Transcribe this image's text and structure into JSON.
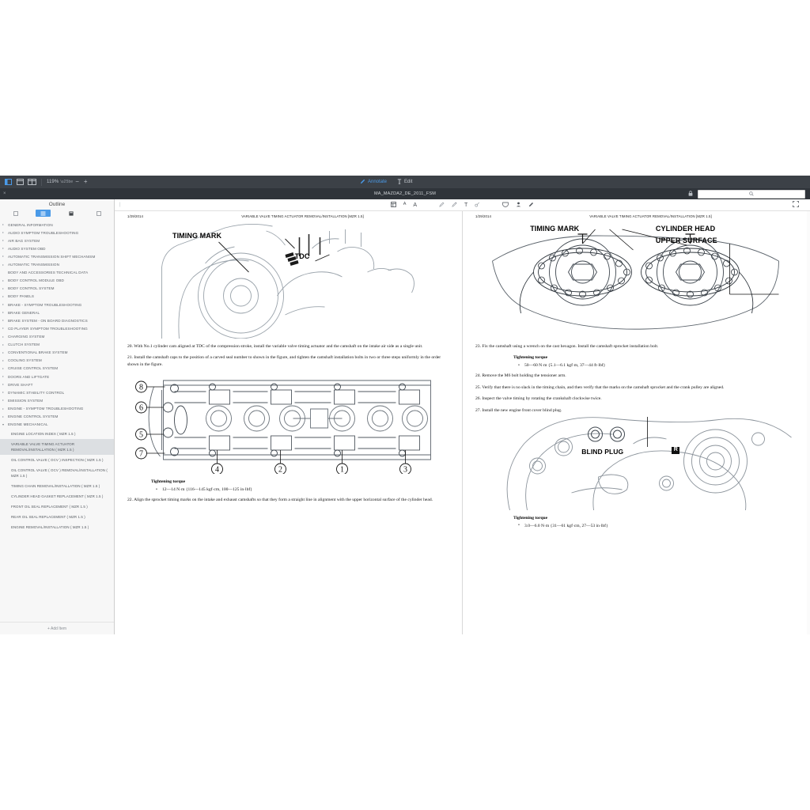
{
  "window": {
    "toolbar": {
      "zoom_level": "119%",
      "zoom_out": "−",
      "zoom_in": "+",
      "annotate_label": "Annotate",
      "edit_label": "Edit",
      "icons": [
        "sidebar-toggle-icon",
        "single-page-icon",
        "two-page-icon"
      ]
    },
    "tab": {
      "close": "×",
      "title": "MA_MAZDA2_DE_2011_FSM",
      "lock_icon": "🔒",
      "search_icon": "⌕",
      "new_tab": "+"
    }
  },
  "sidebar": {
    "title": "Outline",
    "modes": [
      {
        "name": "thumbnails",
        "glyph": "□",
        "selected": false
      },
      {
        "name": "outline",
        "glyph": "☰",
        "selected": true
      },
      {
        "name": "annotations",
        "glyph": "▤",
        "selected": false
      },
      {
        "name": "bookmarks",
        "glyph": "□",
        "selected": false
      }
    ],
    "add_item": "+  Add Item",
    "items": [
      {
        "label": "GENERAL INFORMATION",
        "level": 0,
        "arrow": "▸"
      },
      {
        "label": "AUDIO SYMPTOM TROUBLESHOOTING",
        "level": 0,
        "arrow": "▸"
      },
      {
        "label": "AIR BAG SYSTEM",
        "level": 0,
        "arrow": "▸"
      },
      {
        "label": "AUDIO SYSTEM OBD",
        "level": 0,
        "arrow": "▸"
      },
      {
        "label": "AUTOMATIC TRANSMISSION SHIFT MECHANISM",
        "level": 0,
        "arrow": "▸"
      },
      {
        "label": "AUTOMATIC TRANSMISSION",
        "level": 0,
        "arrow": "▸"
      },
      {
        "label": "BODY AND ACCESSORIES TECHNICAL DATA",
        "level": 0,
        "arrow": ""
      },
      {
        "label": "BODY CONTROL MODULE OBD",
        "level": 0,
        "arrow": "▸"
      },
      {
        "label": "BODY CONTROL SYSTEM",
        "level": 0,
        "arrow": "▸"
      },
      {
        "label": "BODY PANELS",
        "level": 0,
        "arrow": "▸"
      },
      {
        "label": "BRAKE - SYMPTOM TROUBLESHOOTING",
        "level": 0,
        "arrow": "▸"
      },
      {
        "label": "BRAKE GENERAL",
        "level": 0,
        "arrow": "▸"
      },
      {
        "label": "BRAKE SYSTEM - ON BOARD DIAGNOSTICS",
        "level": 0,
        "arrow": "▸"
      },
      {
        "label": "CD PLAYER SYMPTOM TROUBLESHOOTING",
        "level": 0,
        "arrow": "▸"
      },
      {
        "label": "CHARGING SYSTEM",
        "level": 0,
        "arrow": "▸"
      },
      {
        "label": "CLUTCH SYSTEM",
        "level": 0,
        "arrow": "▸"
      },
      {
        "label": "CONVENTIONAL BRAKE SYSTEM",
        "level": 0,
        "arrow": "▸"
      },
      {
        "label": "COOLING SYSTEM",
        "level": 0,
        "arrow": "▸"
      },
      {
        "label": "CRUISE CONTROL SYSTEM",
        "level": 0,
        "arrow": "▸"
      },
      {
        "label": "DOORS AND LIFTGATE",
        "level": 0,
        "arrow": "▸"
      },
      {
        "label": "DRIVE SHAFT",
        "level": 0,
        "arrow": "▸"
      },
      {
        "label": "DYNAMIC STABILITY CONTROL",
        "level": 0,
        "arrow": "▸"
      },
      {
        "label": "EMISSION SYSTEM",
        "level": 0,
        "arrow": "▸"
      },
      {
        "label": "ENGINE - SYMPTOM TROUBLESHOOTING",
        "level": 0,
        "arrow": "▸"
      },
      {
        "label": "ENGINE CONTROL SYSTEM",
        "level": 0,
        "arrow": "▸"
      },
      {
        "label": "ENGINE MECHANICAL",
        "level": 0,
        "arrow": "▾",
        "expanded": true
      },
      {
        "label": "ENGINE LOCATION INDEX ( MZR 1.5 )",
        "level": 1
      },
      {
        "label": "VARIABLE VALVE TIMING ACTUATOR REMOVAL/INSTALLATION ( MZR 1.5 )",
        "level": 1,
        "selected": true
      },
      {
        "label": "OIL CONTROL VALVE ( OCV ) INSPECTION ( MZR 1.5 )",
        "level": 1
      },
      {
        "label": "OIL CONTROL VALVE ( OCV ) REMOVAL/INSTALLATION ( MZR 1.5 )",
        "level": 1
      },
      {
        "label": "TIMING CHAIN REMOVAL/INSTALLATION ( MZR 1.5 )",
        "level": 1
      },
      {
        "label": "CYLINDER HEAD GASKET REPLACEMENT ( MZR 1.5 )",
        "level": 1
      },
      {
        "label": "FRONT OIL SEAL REPLACEMENT ( MZR 1.5 )",
        "level": 1
      },
      {
        "label": "REAR OIL SEAL REPLACEMENT ( MZR 1.5 )",
        "level": 1
      },
      {
        "label": "ENGINE REMOVAL/INSTALLATION ( MZR 1.5 )",
        "level": 1
      }
    ]
  },
  "doc_toolbar": {
    "icons": [
      "page-layout-icon",
      "font-decrease-icon",
      "font-increase-icon",
      "highlighter-icon",
      "pen-icon",
      "text-tool-icon",
      "link-icon",
      "shield-icon",
      "stamp-icon",
      "signature-icon",
      "fullscreen-icon"
    ]
  },
  "pages": {
    "left": {
      "date": "1/29/2014",
      "header": "VARIABLE VALVE TIMING ACTUATOR REMOVAL/INSTALLATION [MZR 1.5]",
      "figure_top": {
        "labels": [
          {
            "name": "timing-mark-label",
            "text": "TIMING MARK"
          },
          {
            "name": "tdc-label",
            "text": "TDC"
          }
        ]
      },
      "figure_head": {
        "callouts_left": [
          "8",
          "6",
          "5",
          "7"
        ],
        "callouts_bottom": [
          "4",
          "2",
          "1",
          "3"
        ],
        "cap_numbers": [
          "1",
          "2",
          "3",
          "4",
          "5",
          "6",
          "7",
          "8"
        ]
      },
      "steps": [
        "20. With No.1 cylinder cam aligned at TDC of the compression stroke, install the variable valve timing actuator and the camshaft on the intake air side as a single unit.",
        "21. Install the camshaft caps to the position of a carved seal number to shown in the figure, and tighten the camshaft installation bolts in two or three steps uniformly in the order shown in the figure."
      ],
      "torque_heading": "Tightening torque",
      "torque_value": "12—14 N·m {116—145 kgf·cm, 100—125 in·lbf}",
      "step_after": "22. Align the sprocket timing marks on the intake and exhaust camshafts so that they form a straight line in alignment with the upper horizontal surface of the cylinder head."
    },
    "right": {
      "date": "1/29/2014",
      "header": "VARIABLE VALVE TIMING ACTUATOR REMOVAL/INSTALLATION [MZR 1.5]",
      "figure_top": {
        "labels": [
          {
            "name": "timing-mark-label",
            "text": "TIMING MARK"
          },
          {
            "name": "cylinder-head-label",
            "text": "CYLINDER HEAD"
          },
          {
            "name": "upper-surface-label",
            "text": "UPPER SURFACE"
          },
          {
            "name": "mark-t-left",
            "text": "T"
          },
          {
            "name": "mark-t-right",
            "text": "T"
          }
        ]
      },
      "steps_top": [
        "23. Fix the camshaft using a wrench on the cast hexagon. Install the camshaft sprocket installation bolt."
      ],
      "torque_heading_1": "Tightening torque",
      "torque_value_1": "50—60 N·m {5.1—6.1 kgf·m, 37—44 ft·lbf}",
      "steps_mid": [
        "24. Remove the M6 bolt holding the tensioner arm.",
        "25. Verify that there is no slack in the timing chain, and then verify that the marks on the camshaft sprocket and the crank pulley are aligned.",
        "26. Inspect the valve timing by rotating the crankshaft clockwise twice.",
        "27. Install the new engine front cover blind plug."
      ],
      "figure_bottom": {
        "labels": [
          {
            "name": "blind-plug-label",
            "text": "BLIND PLUG"
          },
          {
            "name": "blind-plug-badge",
            "text": "R"
          }
        ]
      },
      "torque_heading_2": "Tightening torque",
      "torque_value_2": "3.0—6.0 N·m {31—61 kgf·cm, 27—53 in·lbf}"
    }
  }
}
